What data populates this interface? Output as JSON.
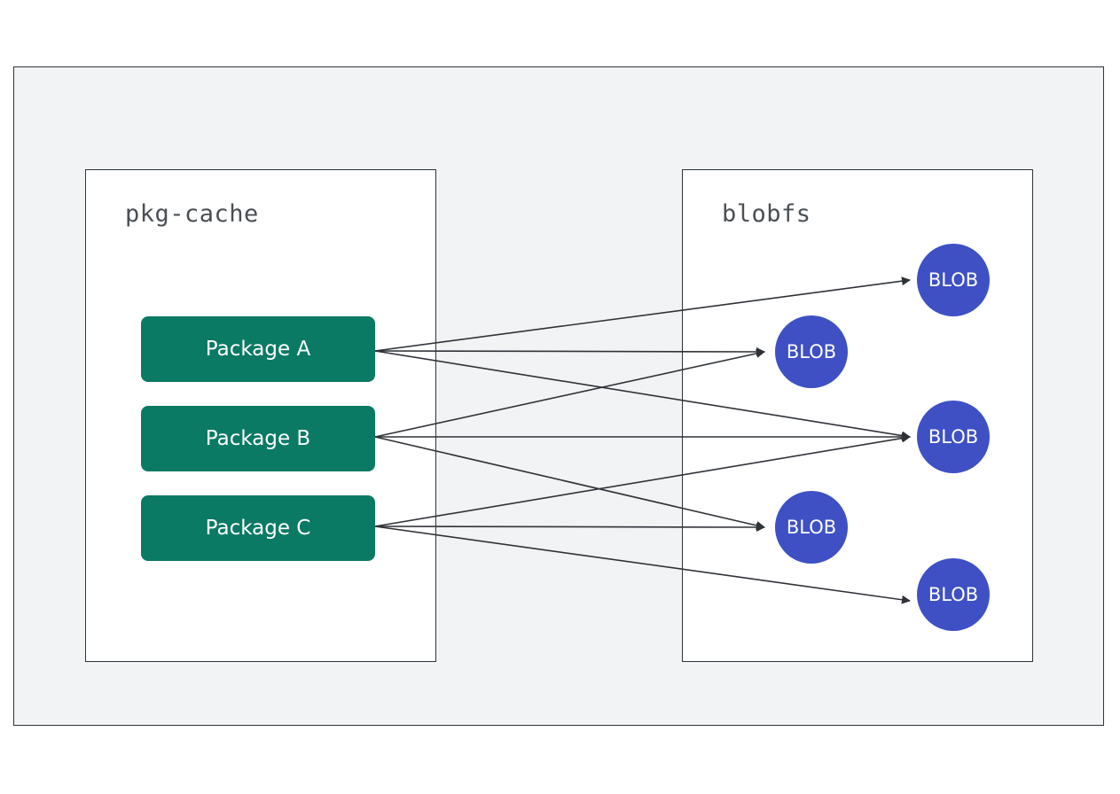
{
  "left_panel": {
    "title": "pkg-cache"
  },
  "right_panel": {
    "title": "blobfs"
  },
  "packages": [
    {
      "id": "A",
      "label": "Package A"
    },
    {
      "id": "B",
      "label": "Package B"
    },
    {
      "id": "C",
      "label": "Package C"
    }
  ],
  "blobs": [
    {
      "id": "1",
      "label": "BLOB"
    },
    {
      "id": "2",
      "label": "BLOB"
    },
    {
      "id": "3",
      "label": "BLOB"
    },
    {
      "id": "4",
      "label": "BLOB"
    },
    {
      "id": "5",
      "label": "BLOB"
    }
  ],
  "edges": [
    {
      "from": "A",
      "to": "1"
    },
    {
      "from": "A",
      "to": "2"
    },
    {
      "from": "A",
      "to": "3"
    },
    {
      "from": "B",
      "to": "2"
    },
    {
      "from": "B",
      "to": "3"
    },
    {
      "from": "B",
      "to": "4"
    },
    {
      "from": "C",
      "to": "3"
    },
    {
      "from": "C",
      "to": "4"
    },
    {
      "from": "C",
      "to": "5"
    }
  ],
  "colors": {
    "package_fill": "#0b7a64",
    "blob_fill": "#3e50c4",
    "arrow": "#2f3338",
    "background": "#f1f3f4"
  }
}
